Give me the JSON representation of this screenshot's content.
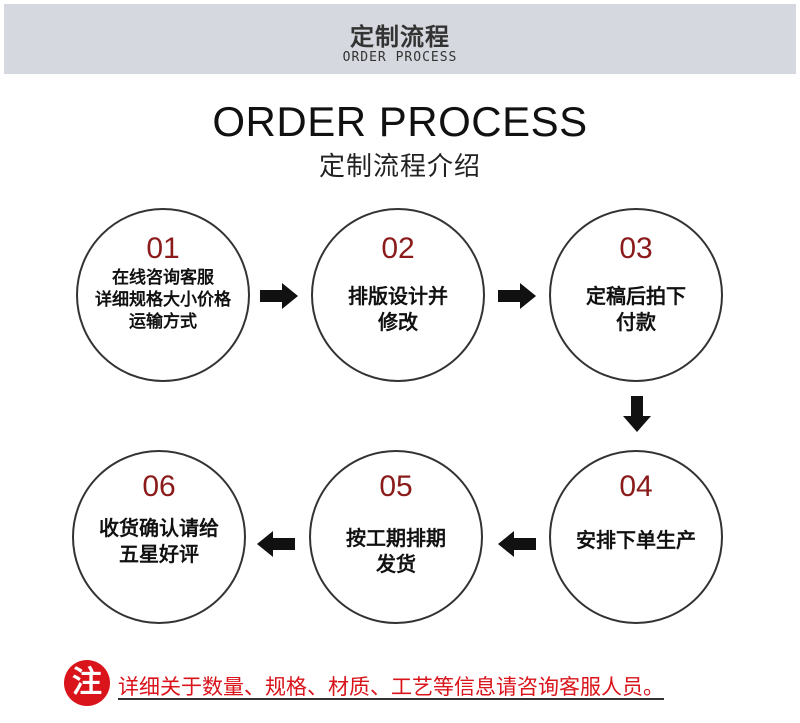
{
  "header": {
    "title": "定制流程",
    "subtitle": "ORDER PROCESS"
  },
  "main": {
    "title": "ORDER PROCESS",
    "subtitle": "定制流程介绍"
  },
  "steps": [
    {
      "num": "01",
      "lines": [
        "在线咨询客服",
        "详细规格大小价格",
        "运输方式"
      ]
    },
    {
      "num": "02",
      "lines": [
        "排版设计并",
        "修改"
      ]
    },
    {
      "num": "03",
      "lines": [
        "定稿后拍下",
        "付款"
      ]
    },
    {
      "num": "04",
      "lines": [
        "安排下单生产"
      ]
    },
    {
      "num": "05",
      "lines": [
        "按工期排期",
        "发货"
      ]
    },
    {
      "num": "06",
      "lines": [
        "收货确认请给",
        "五星好评"
      ]
    }
  ],
  "note": {
    "badge": "注",
    "text": "详细关于数量、规格、材质、工艺等信息请咨询客服人员。"
  },
  "colors": {
    "number": "#8b1a1a",
    "accent_red": "#d9141b",
    "header_bg": "#d6d8df"
  }
}
